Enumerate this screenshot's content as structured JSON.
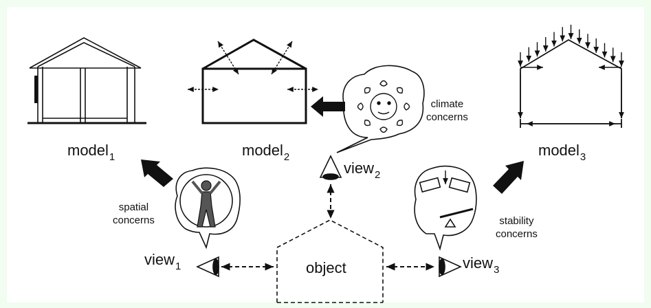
{
  "models": [
    {
      "base": "model",
      "sub": "1"
    },
    {
      "base": "model",
      "sub": "2"
    },
    {
      "base": "model",
      "sub": "3"
    }
  ],
  "views": [
    {
      "base": "view",
      "sub": "1"
    },
    {
      "base": "view",
      "sub": "2"
    },
    {
      "base": "view",
      "sub": "3"
    }
  ],
  "concerns": {
    "spatial": [
      "spatial",
      "concerns"
    ],
    "climate": [
      "climate",
      "concerns"
    ],
    "stability": [
      "stability",
      "concerns"
    ]
  },
  "object_label": "object",
  "colors": {
    "background": "#f0fdf0",
    "panel": "#ffffff",
    "ink": "#111111"
  }
}
